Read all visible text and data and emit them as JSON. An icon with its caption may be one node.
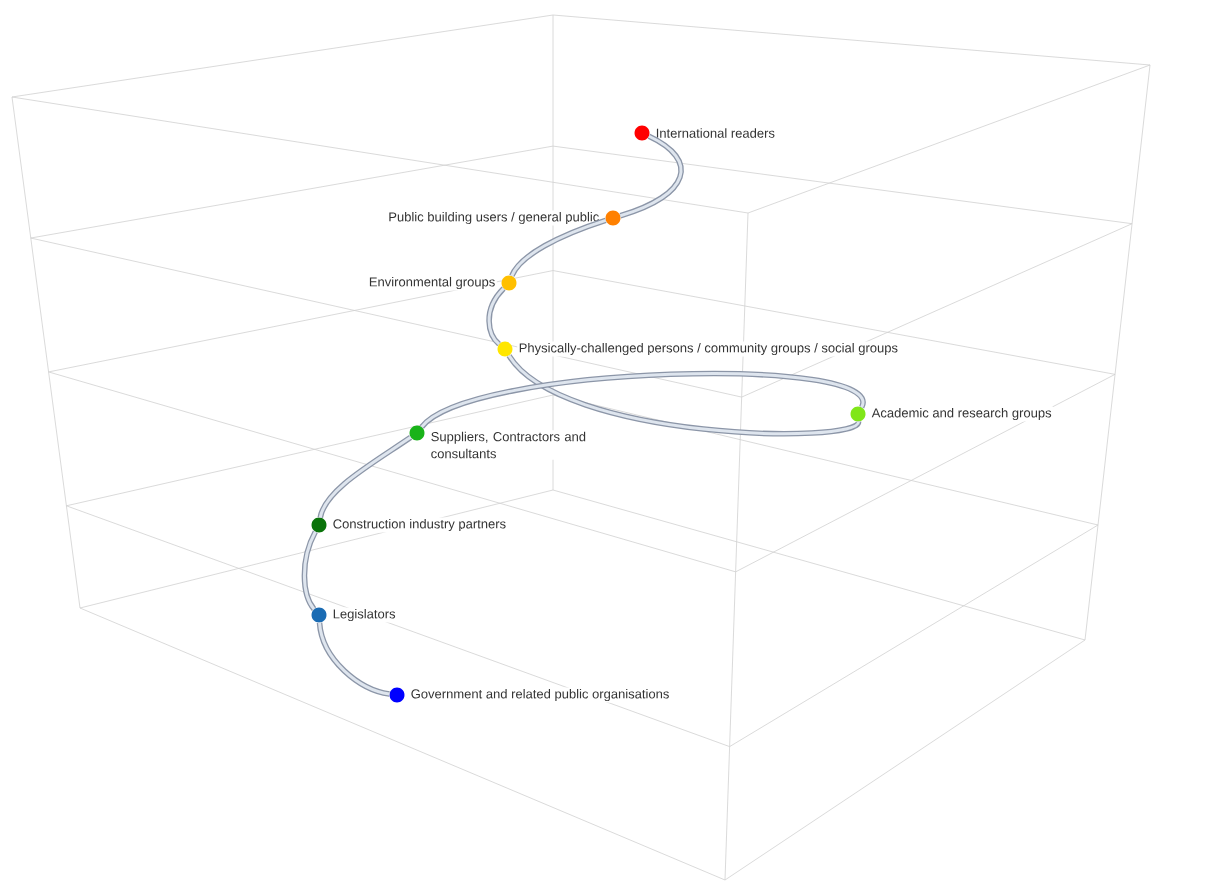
{
  "diagram": {
    "nodes": [
      {
        "text": [],
        "shape": "circle",
        "beside": [
          "International readers"
        ]
      },
      {
        "text": [],
        "shape": "circle",
        "beside": [
          "Public building users / general public"
        ]
      },
      {
        "text": [],
        "shape": "circle",
        "beside": [
          "Environmental groups"
        ]
      },
      {
        "text": [],
        "shape": "circle",
        "beside": [
          "Physically-challenged persons / community groups / social groups"
        ]
      },
      {
        "text": [],
        "shape": "circle",
        "beside": [
          "Academic and research groups"
        ]
      },
      {
        "text": [],
        "shape": "circle",
        "beside": [
          "Suppliers, Contractors and consultants"
        ]
      },
      {
        "text": [],
        "shape": "circle",
        "beside": [
          "Construction industry partners"
        ]
      },
      {
        "text": [],
        "shape": "circle",
        "beside": [
          "Legislators"
        ]
      },
      {
        "text": [],
        "shape": "circle",
        "beside": [
          "Government and related public organisations"
        ]
      }
    ],
    "edges": [
      {
        "from": 0,
        "to": 1,
        "arrow": "none"
      },
      {
        "from": 1,
        "to": 2,
        "arrow": "none"
      },
      {
        "from": 2,
        "to": 3,
        "arrow": "none"
      },
      {
        "from": 3,
        "to": 4,
        "arrow": "none"
      },
      {
        "from": 4,
        "to": 5,
        "arrow": "none"
      },
      {
        "from": 5,
        "to": 6,
        "arrow": "none"
      },
      {
        "from": 6,
        "to": 7,
        "arrow": "none"
      },
      {
        "from": 7,
        "to": 8,
        "arrow": "none"
      }
    ]
  }
}
